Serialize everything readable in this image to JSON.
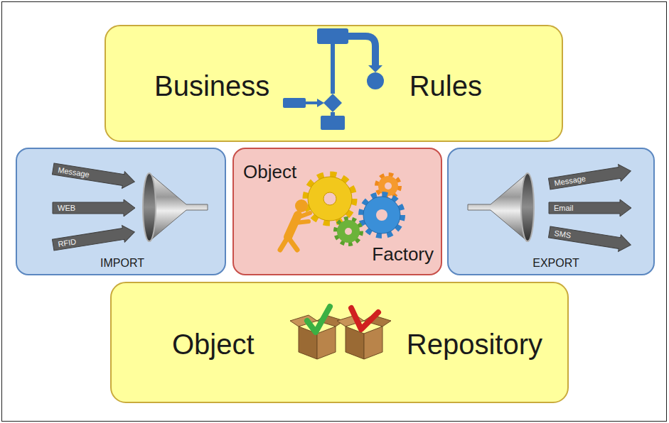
{
  "diagram": {
    "nodes": [
      {
        "text": [
          "Business",
          "Rules"
        ]
      },
      {
        "text": [
          "IMPORT"
        ]
      },
      {
        "text": [
          "Message"
        ],
        "in": 1
      },
      {
        "text": [
          "WEB"
        ],
        "in": 1
      },
      {
        "text": [
          "RFID"
        ],
        "in": 1
      },
      {
        "text": [
          "Object",
          "Factory"
        ]
      },
      {
        "text": [
          "EXPORT"
        ]
      },
      {
        "text": [
          "Message"
        ],
        "in": 6
      },
      {
        "text": [
          "Email"
        ],
        "in": 6
      },
      {
        "text": [
          "SMS"
        ],
        "in": 6
      },
      {
        "text": [
          "Object",
          "Repository"
        ]
      }
    ]
  }
}
